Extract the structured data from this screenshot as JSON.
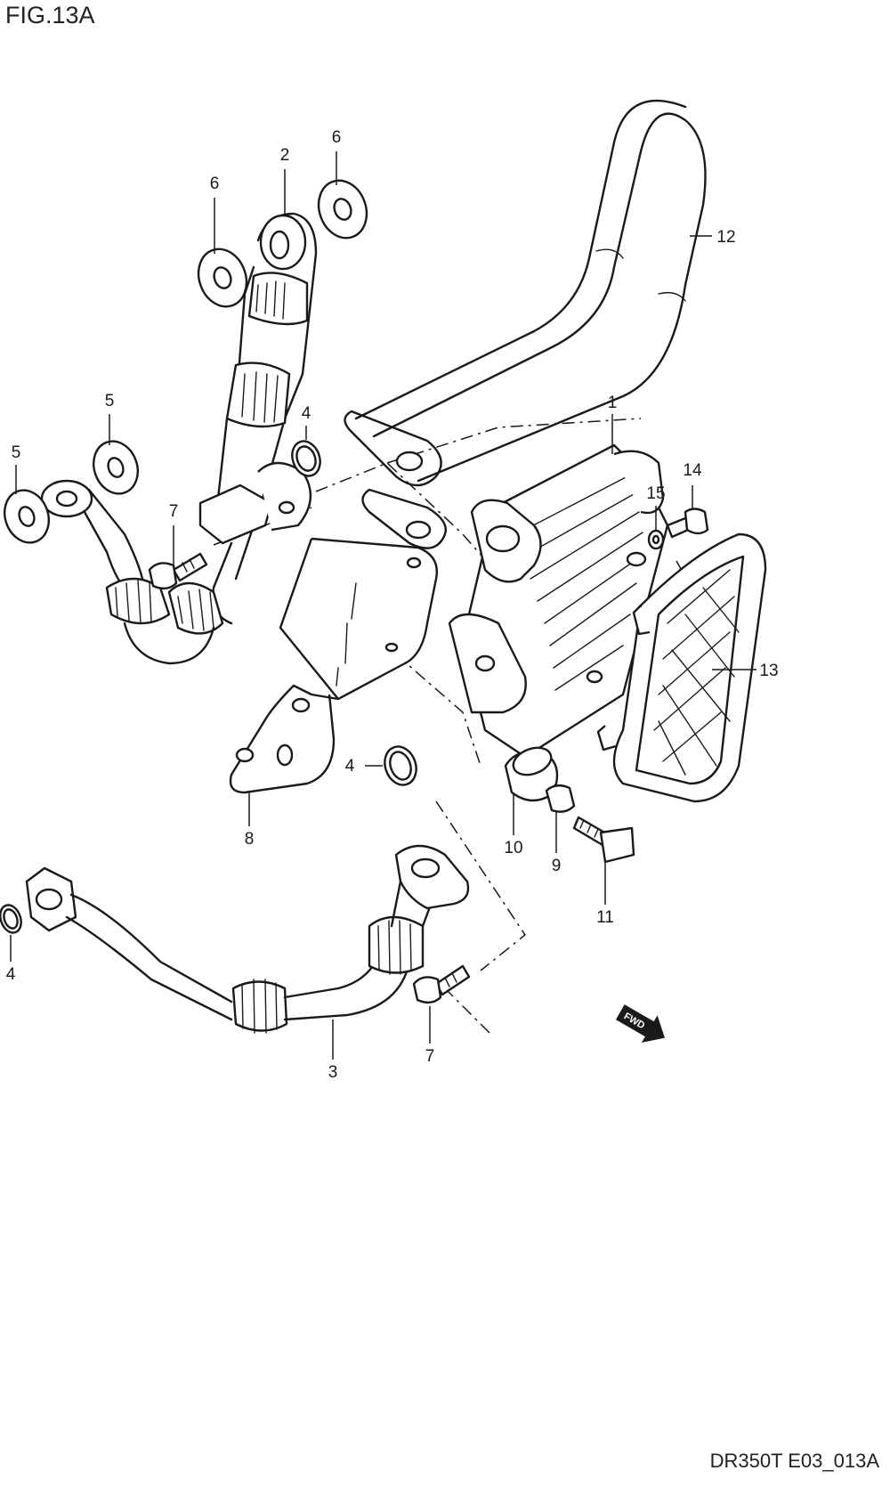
{
  "figure_title": "FIG.13A",
  "figure_code": "DR350T E03_013A",
  "fwd_label": "FWD",
  "callouts": [
    "1",
    "2",
    "3",
    "4",
    "4",
    "4",
    "5",
    "5",
    "6",
    "6",
    "7",
    "7",
    "8",
    "9",
    "10",
    "11",
    "12",
    "13",
    "14",
    "15"
  ]
}
